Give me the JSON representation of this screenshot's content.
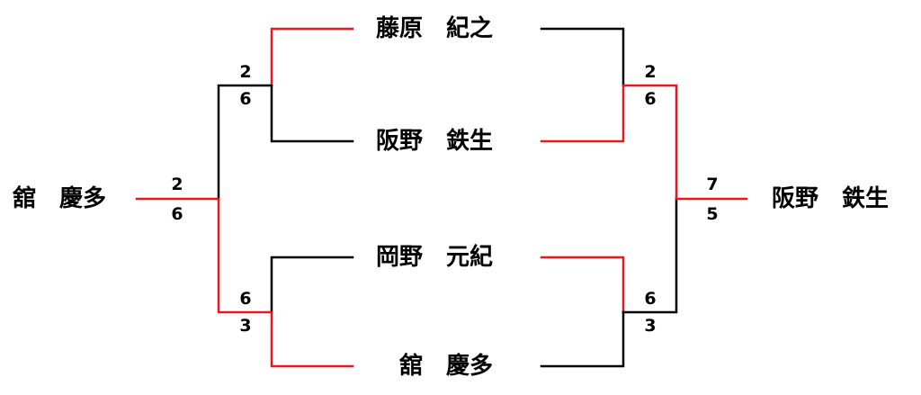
{
  "colors": {
    "winner_line": "#e8181e",
    "loser_line": "#000000"
  },
  "players": {
    "p1": "藤原　紀之",
    "p2": "阪野　鉄生",
    "p3": "岡野　元紀",
    "p4": "舘　慶多"
  },
  "semifinal_left": {
    "match1": {
      "top": "2",
      "bottom": "6"
    },
    "match2": {
      "top": "6",
      "bottom": "3"
    }
  },
  "semifinal_right": {
    "match1": {
      "top": "2",
      "bottom": "6"
    },
    "match2": {
      "top": "6",
      "bottom": "3"
    }
  },
  "final_left": {
    "top": "2",
    "bottom": "6",
    "player": "舘　慶多"
  },
  "final_right": {
    "top": "7",
    "bottom": "5",
    "player": "阪野　鉄生"
  }
}
